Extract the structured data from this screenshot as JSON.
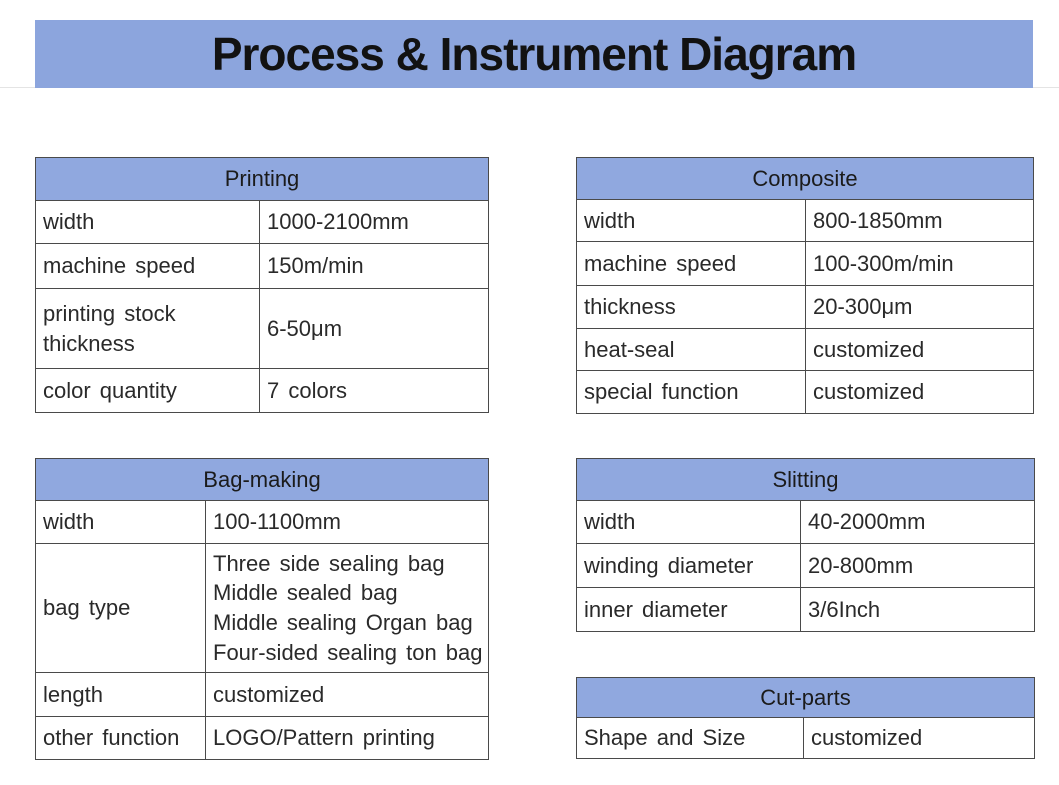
{
  "title": "Process & Instrument Diagram",
  "tables": {
    "printing": {
      "title": "Printing",
      "rows": [
        {
          "label": "width",
          "value": "1000-2100mm"
        },
        {
          "label": "machine speed",
          "value": "150m/min"
        },
        {
          "label": "printing stock\nthickness",
          "value": "6-50μm"
        },
        {
          "label": "color quantity",
          "value": "7 colors"
        }
      ]
    },
    "composite": {
      "title": "Composite",
      "rows": [
        {
          "label": "width",
          "value": "800-1850mm"
        },
        {
          "label": "machine speed",
          "value": "100-300m/min"
        },
        {
          "label": "thickness",
          "value": "20-300μm"
        },
        {
          "label": "heat-seal",
          "value": "customized"
        },
        {
          "label": "special function",
          "value": "customized"
        }
      ]
    },
    "bag_making": {
      "title": "Bag-making",
      "rows": [
        {
          "label": "width",
          "value": "100-1100mm"
        },
        {
          "label": "bag type",
          "value": "Three side sealing bag\nMiddle sealed bag\nMiddle sealing Organ bag\nFour-sided sealing ton bag"
        },
        {
          "label": "length",
          "value": "customized"
        },
        {
          "label": "other function",
          "value": "LOGO/Pattern printing"
        }
      ]
    },
    "slitting": {
      "title": "Slitting",
      "rows": [
        {
          "label": "width",
          "value": "40-2000mm"
        },
        {
          "label": "winding diameter",
          "value": "20-800mm"
        },
        {
          "label": "inner diameter",
          "value": "3/6Inch"
        }
      ]
    },
    "cut_parts": {
      "title": "Cut-parts",
      "rows": [
        {
          "label": "Shape and Size",
          "value": "customized"
        }
      ]
    }
  },
  "colors": {
    "banner_blue": "#8CA5DD",
    "header_blue": "#90A8DF",
    "border": "#4a4a4a"
  }
}
